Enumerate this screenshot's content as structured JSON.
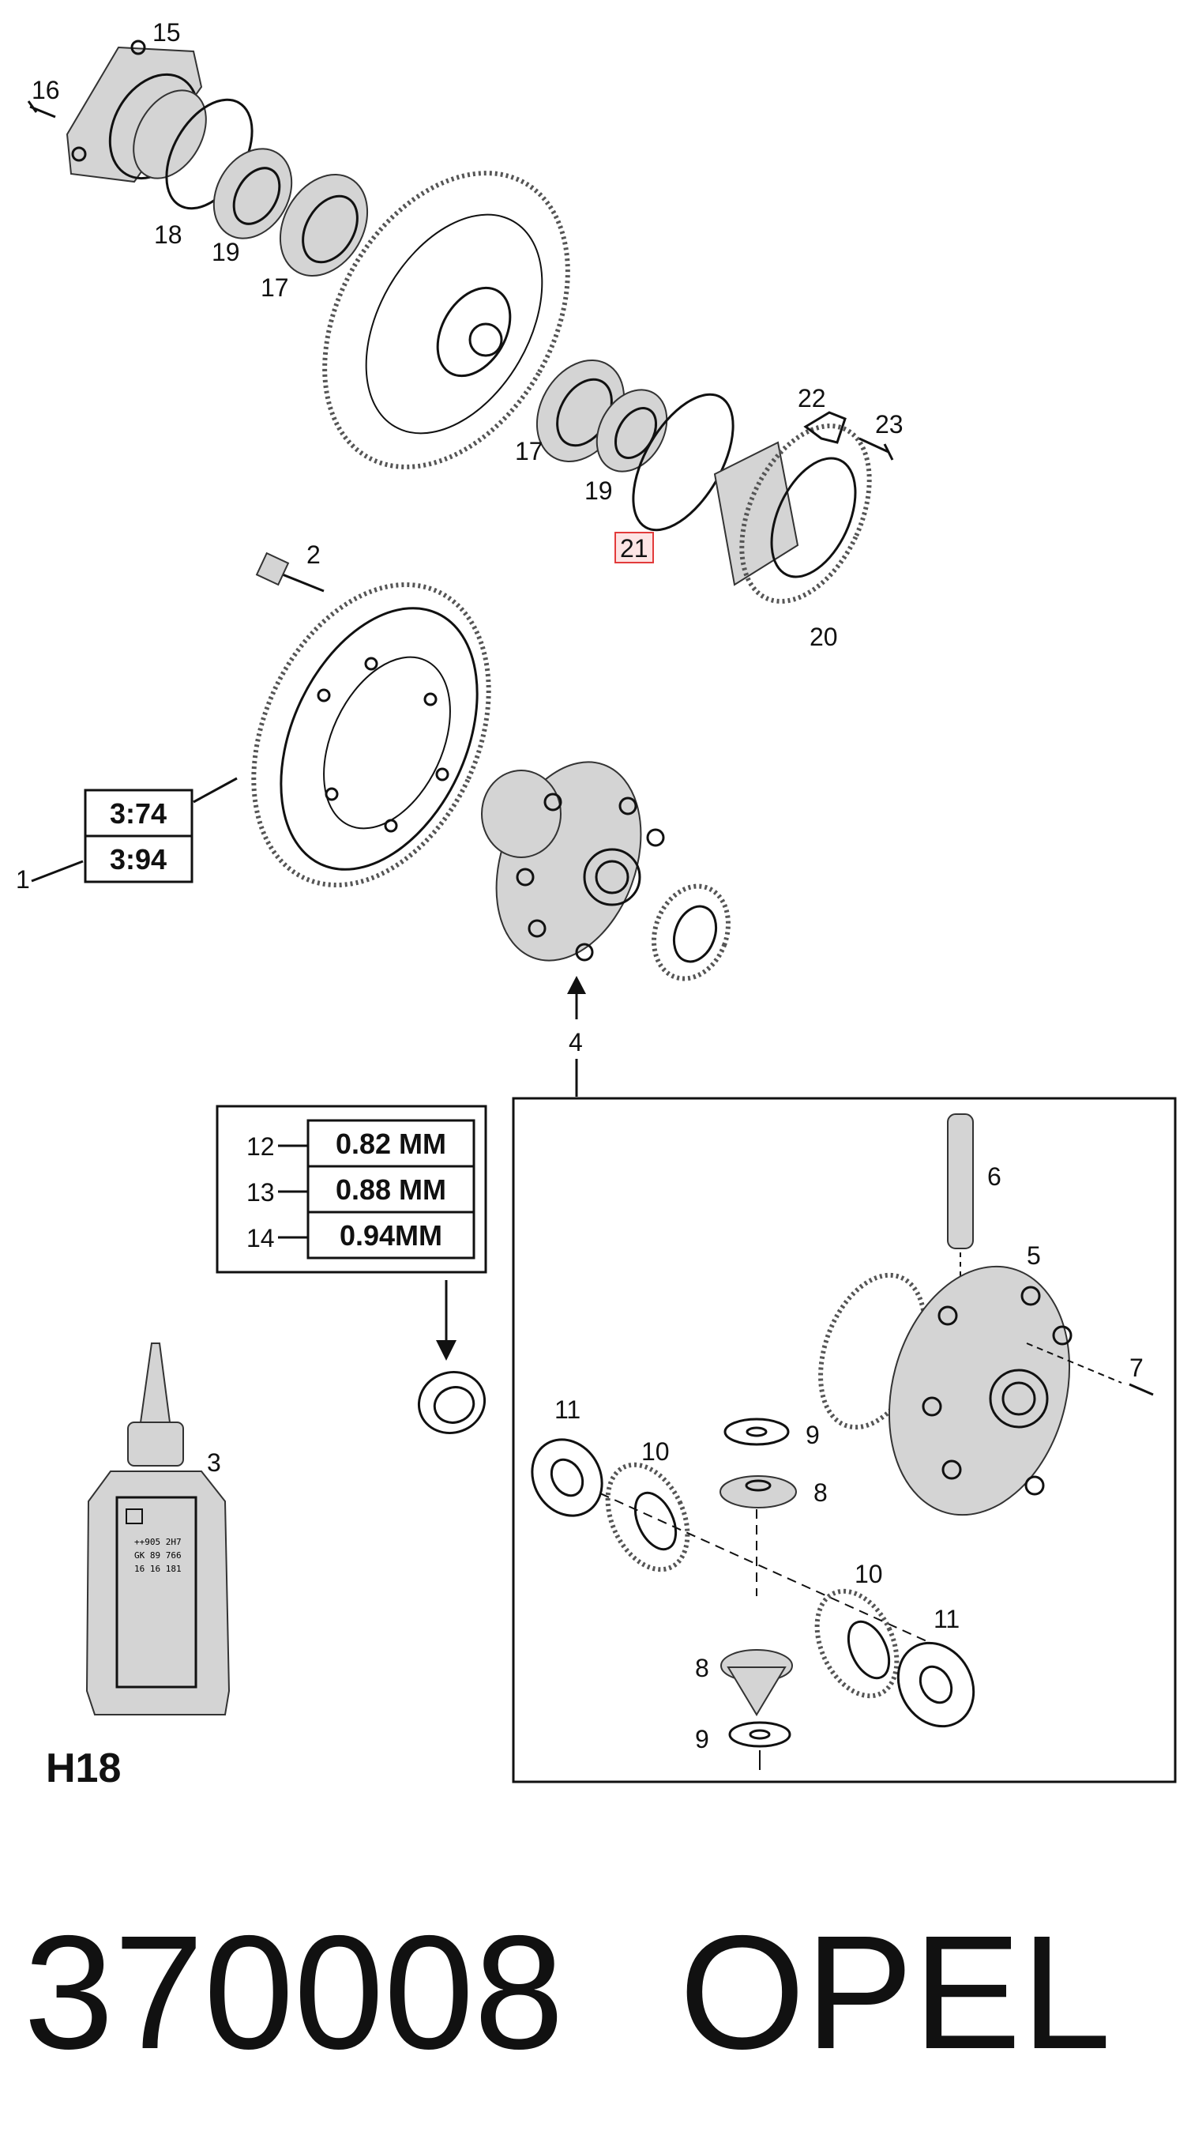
{
  "labels": {
    "l1": "1",
    "l2": "2",
    "l3": "3",
    "l4": "4",
    "l5": "5",
    "l6": "6",
    "l7": "7",
    "l8a": "8",
    "l8b": "8",
    "l9a": "9",
    "l9b": "9",
    "l10a": "10",
    "l10b": "10",
    "l11a": "11",
    "l11b": "11",
    "l12": "12",
    "l13": "13",
    "l14": "14",
    "l15": "15",
    "l16": "16",
    "l17a": "17",
    "l17b": "17",
    "l18": "18",
    "l19a": "19",
    "l19b": "19",
    "l20": "20",
    "l21": "21",
    "l22": "22",
    "l23": "23"
  },
  "ratio_box": {
    "top": "3:74",
    "bottom": "3:94"
  },
  "shim_box": {
    "rows": [
      "0.82 MM",
      "0.88 MM",
      "0.94MM"
    ]
  },
  "bottle": {
    "code": "H18",
    "label_lines": [
      "++905 2H7",
      "GK 89 766",
      "16 16 181"
    ]
  },
  "footer": {
    "part_number": "370008",
    "brand": "OPEL"
  },
  "highlight_color": "#e23b3b"
}
